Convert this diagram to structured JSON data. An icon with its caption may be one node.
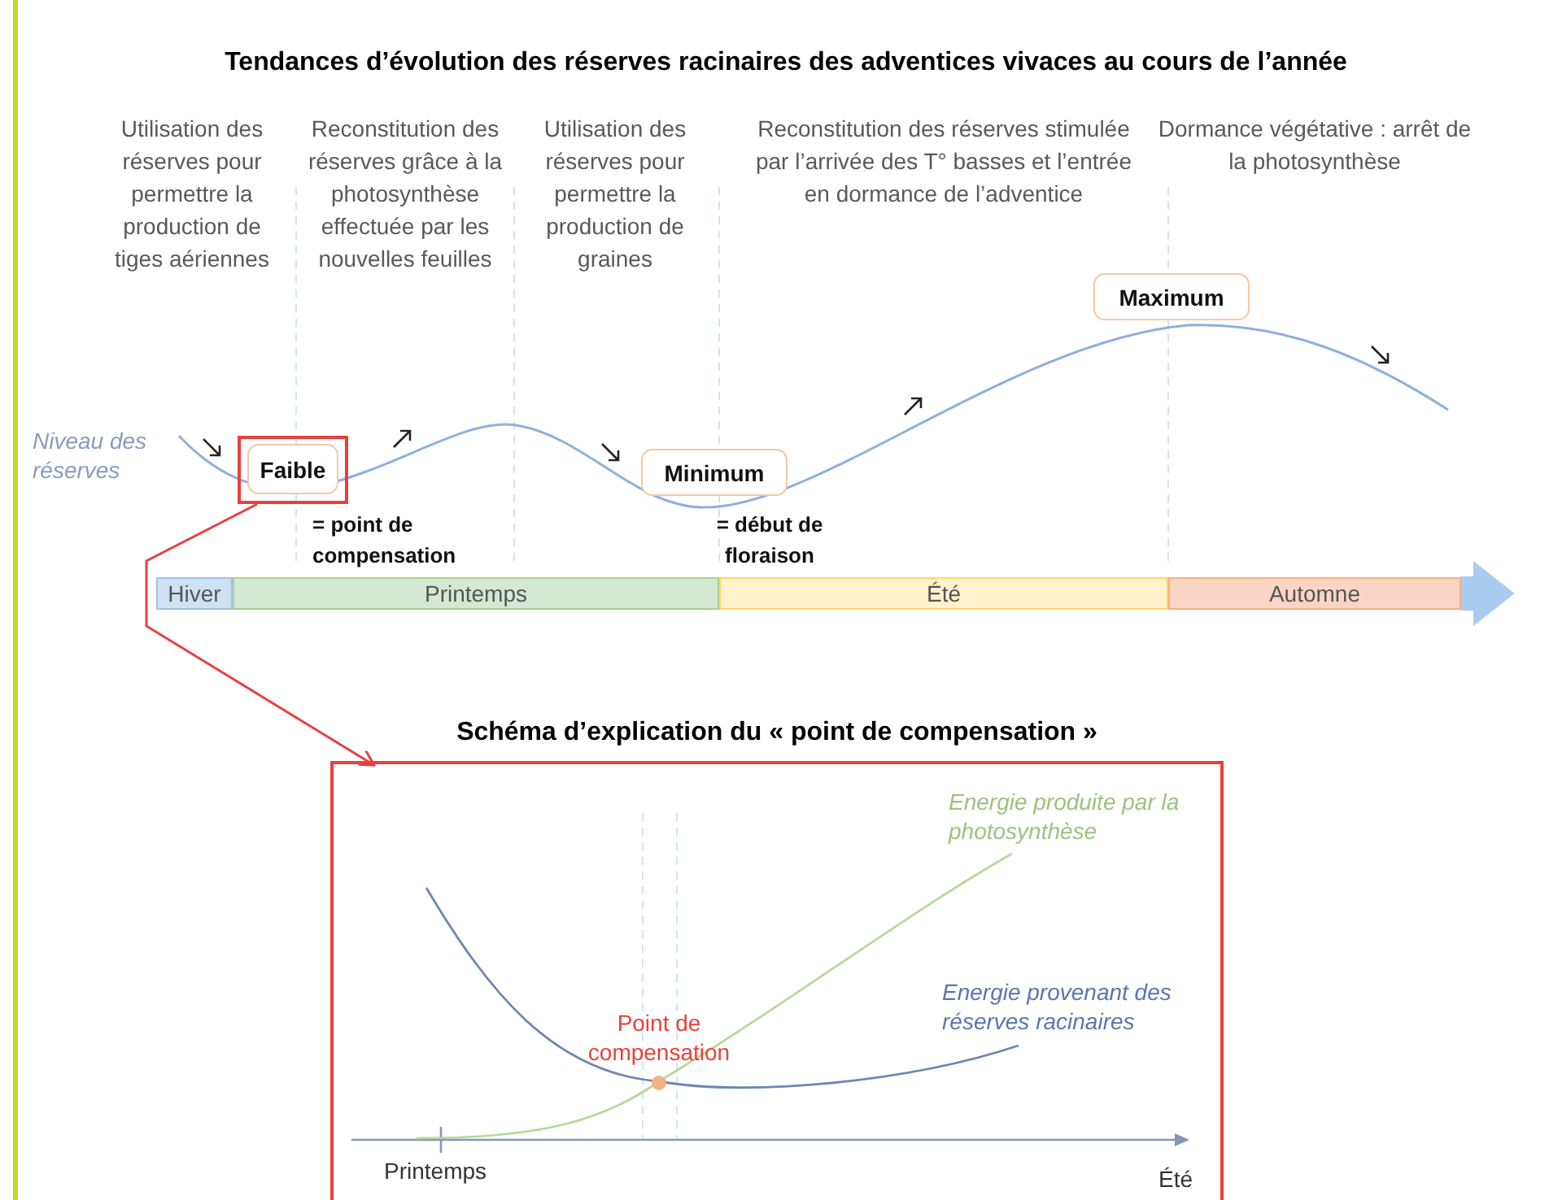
{
  "diagram": {
    "title": "Tendances d’évolution des réserves racinaires des adventices vivaces au cours de l’année",
    "nodes": [
      {
        "text": [
          "Maximum"
        ]
      },
      {
        "text": [
          "Faible"
        ],
        "beside": [
          "= point de compensation"
        ]
      },
      {
        "text": [
          "Minimum"
        ],
        "beside": [
          "= début de floraison"
        ]
      },
      {
        "text": [
          "Hiver"
        ]
      },
      {
        "text": [
          "Printemps"
        ]
      },
      {
        "text": [
          "Été"
        ]
      },
      {
        "text": [
          "Automne"
        ]
      },
      {
        "text": [
          "Schéma d’explication du « point de compensation »"
        ]
      }
    ],
    "edges": [
      {
        "from": 1,
        "to": 7,
        "arrow": "to",
        "color": "#e8413c"
      }
    ],
    "labels": [
      "Utilisation des réserves pour permettre la production de tiges aériennes",
      "Reconstitution des réserves grâce à la photosynthèse effectuée par les nouvelles feuilles",
      "Utilisation des réserves pour permettre la production de graines",
      "Reconstitution des réserves stimulée par l’arrivée des T° basses et l’entrée en dormance de l’adventice",
      "Dormance végétative : arrêt de la photosynthèse",
      "Niveau des réserves",
      "Energie produite par la photosynthèse",
      "Energie provenant des réserves racinaires",
      "Point de compensation",
      "Printemps",
      "Été"
    ]
  }
}
